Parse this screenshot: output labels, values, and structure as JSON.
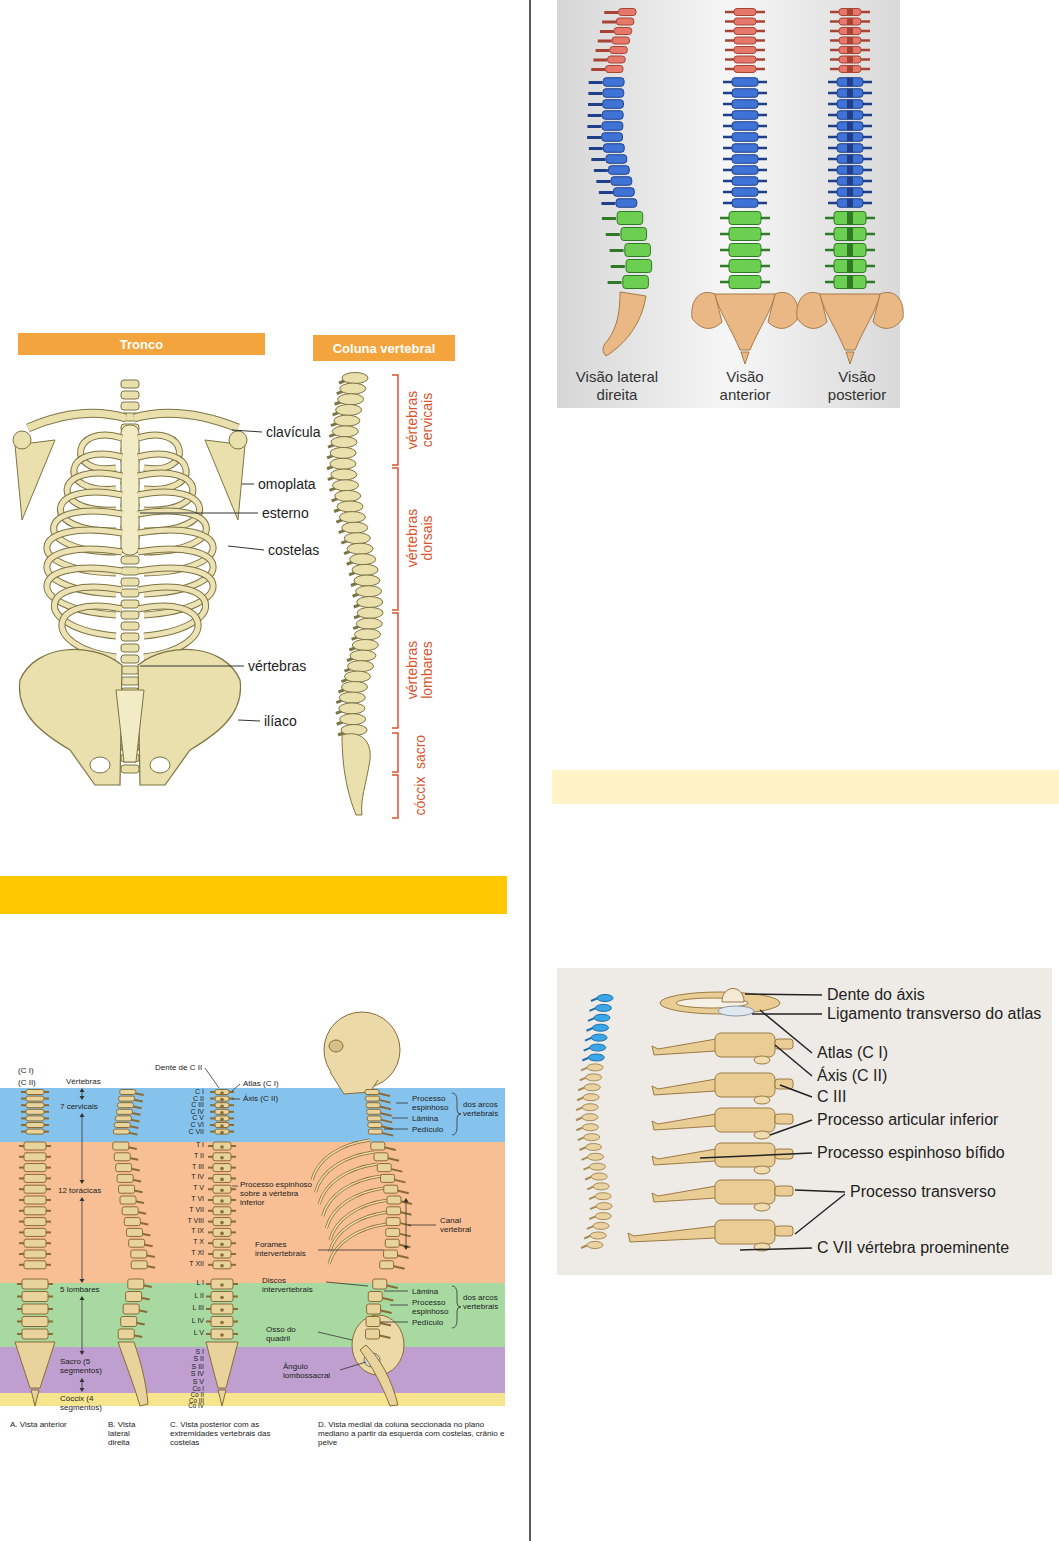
{
  "diagram": {
    "nodes": [
      {
        "text": [
          "Tronco"
        ]
      },
      {
        "text": [
          "Coluna vertebral"
        ]
      }
    ],
    "labels": [
      "clavícula",
      "omoplata",
      "esterno",
      "costelas",
      "vértebras",
      "ilíaco",
      "vértebras cervicais",
      "vértebras dorsais",
      "vértebras lombares",
      "sacro",
      "cóccix",
      "Visão lateral direita",
      "Visão anterior",
      "Visão posterior",
      "Dente do áxis",
      "Ligamento transverso do atlas",
      "Atlas (C I)",
      "Áxis (C II)",
      "C III",
      "Processo articular inferior",
      "Processo espinhoso bífido",
      "Processo transverso",
      "C VII vértebra proeminente",
      "(C I)",
      "(C II)",
      "Vértebras",
      "7 cervicais",
      "12 torácicas",
      "5 lombares",
      "Sacro (5 segmentos)",
      "Cóccix (4 segmentos)",
      "Dente de C II",
      "C I",
      "C II",
      "C III",
      "C IV",
      "C V",
      "C VI",
      "C VII",
      "T I",
      "T II",
      "T III",
      "T IV",
      "T V",
      "T VI",
      "T VII",
      "T VIII",
      "T IX",
      "T X",
      "T XI",
      "T XII",
      "L I",
      "L II",
      "L III",
      "L IV",
      "L V",
      "S I",
      "S II",
      "S III",
      "S IV",
      "S V",
      "Co I",
      "Co II",
      "Co III",
      "Co IV",
      "Atlas (C I)",
      "Áxis (C II)",
      "Processo espinhoso sobre a vértebra inferior",
      "Forames intervertebrais",
      "Discos intervertebrais",
      "Osso do quadril",
      "Ângulo lombossacral",
      "Processo espinhoso",
      "Lâmina",
      "Pedículo",
      "dos arcos vertebrais",
      "Canal vertebral",
      "Lâmina",
      "Processo espinhoso",
      "Pedículo",
      "dos arcos vertebrais",
      "A. Vista anterior",
      "B. Vista lateral direita",
      "C. Vista posterior com as extremidades vertebrais das costelas",
      "D. Vista medial da coluna seccionada no plano mediano a partir da esquerda com costelas, crânio e pelve"
    ]
  }
}
